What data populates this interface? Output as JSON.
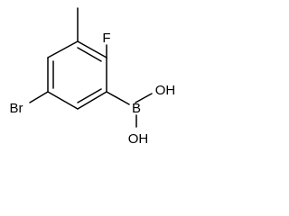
{
  "molecule": {
    "atoms": {
      "bromine": "Br",
      "fluorine": "F",
      "boron": "B",
      "hydroxyl_upper": "OH",
      "hydroxyl_lower": "OH"
    }
  }
}
